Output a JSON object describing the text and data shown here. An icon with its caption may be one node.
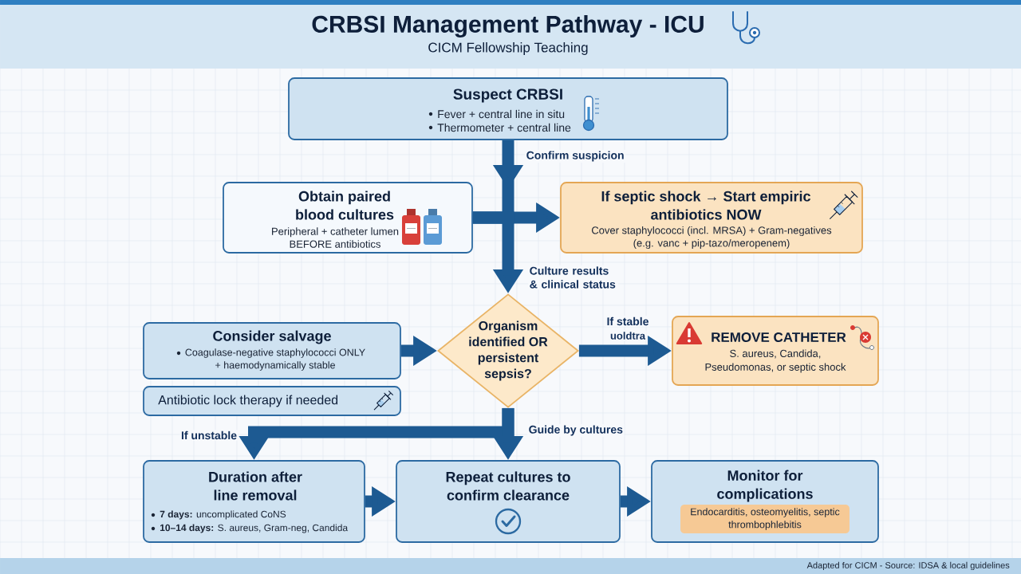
{
  "diagram": {
    "title": "CRBSI Management Pathway - ICU",
    "nodes": [
      {
        "text": [
          "Suspect CRBSI",
          "Fever + central line in situ",
          "Thermometer + central line"
        ]
      },
      {
        "text": [
          "Obtain paired blood cultures",
          "Peripheral + catheter lumen BEFORE antibiotics"
        ]
      },
      {
        "text": [
          "If septic shock → Start empiric antibiotics NOW",
          "Cover staphylococci (incl. MRSA) + Gram-negatives (e.g. vanc + pip-tazo/meropenem)"
        ]
      },
      {
        "text": [
          "Organism identified OR persistent sepsis?"
        ]
      },
      {
        "text": [
          "Consider salvage",
          "Coagulase-negative staphylococci ONLY + haemodynamically stable"
        ]
      },
      {
        "text": [
          "Antibiotic lock therapy if needed"
        ]
      },
      {
        "text": [
          "REMOVE CATHETER",
          "S. aureus, Candida, Pseudomonas, or septic shock"
        ]
      },
      {
        "text": [
          "Duration after line removal",
          "**7 days:** uncomplicated CoNS",
          "**10–14 days:** S. aureus, Gram-neg, Candida"
        ]
      },
      {
        "text": [
          "Repeat cultures to confirm clearance"
        ]
      },
      {
        "text": [
          "Monitor for complications",
          "Endocarditis, osteomyelitis, septic thrombophlebitis"
        ]
      }
    ],
    "edges": [
      {
        "from": 0,
        "to": 1,
        "arrow": "to",
        "label": "Confirm suspicion"
      },
      {
        "from": 1,
        "to": 2,
        "arrow": "to"
      },
      {
        "from": 1,
        "to": 3,
        "arrow": "to",
        "label": "Culture results & clinical status"
      },
      {
        "from": 4,
        "to": 3,
        "arrow": "to"
      },
      {
        "from": 3,
        "to": 6,
        "arrow": "to",
        "label": "If stable"
      },
      {
        "from": 3,
        "to": 7,
        "arrow": "to",
        "label": "If unstable"
      },
      {
        "from": 3,
        "to": 8,
        "arrow": "to",
        "label": "Guide by cultures"
      },
      {
        "from": 7,
        "to": 8,
        "arrow": "to"
      },
      {
        "from": 8,
        "to": 9,
        "arrow": "to"
      }
    ],
    "labels": [
      "CICM Fellowship Teaching",
      "uoldtra",
      "Adapted for CICM - Source: IDSA & local guidelines"
    ]
  }
}
